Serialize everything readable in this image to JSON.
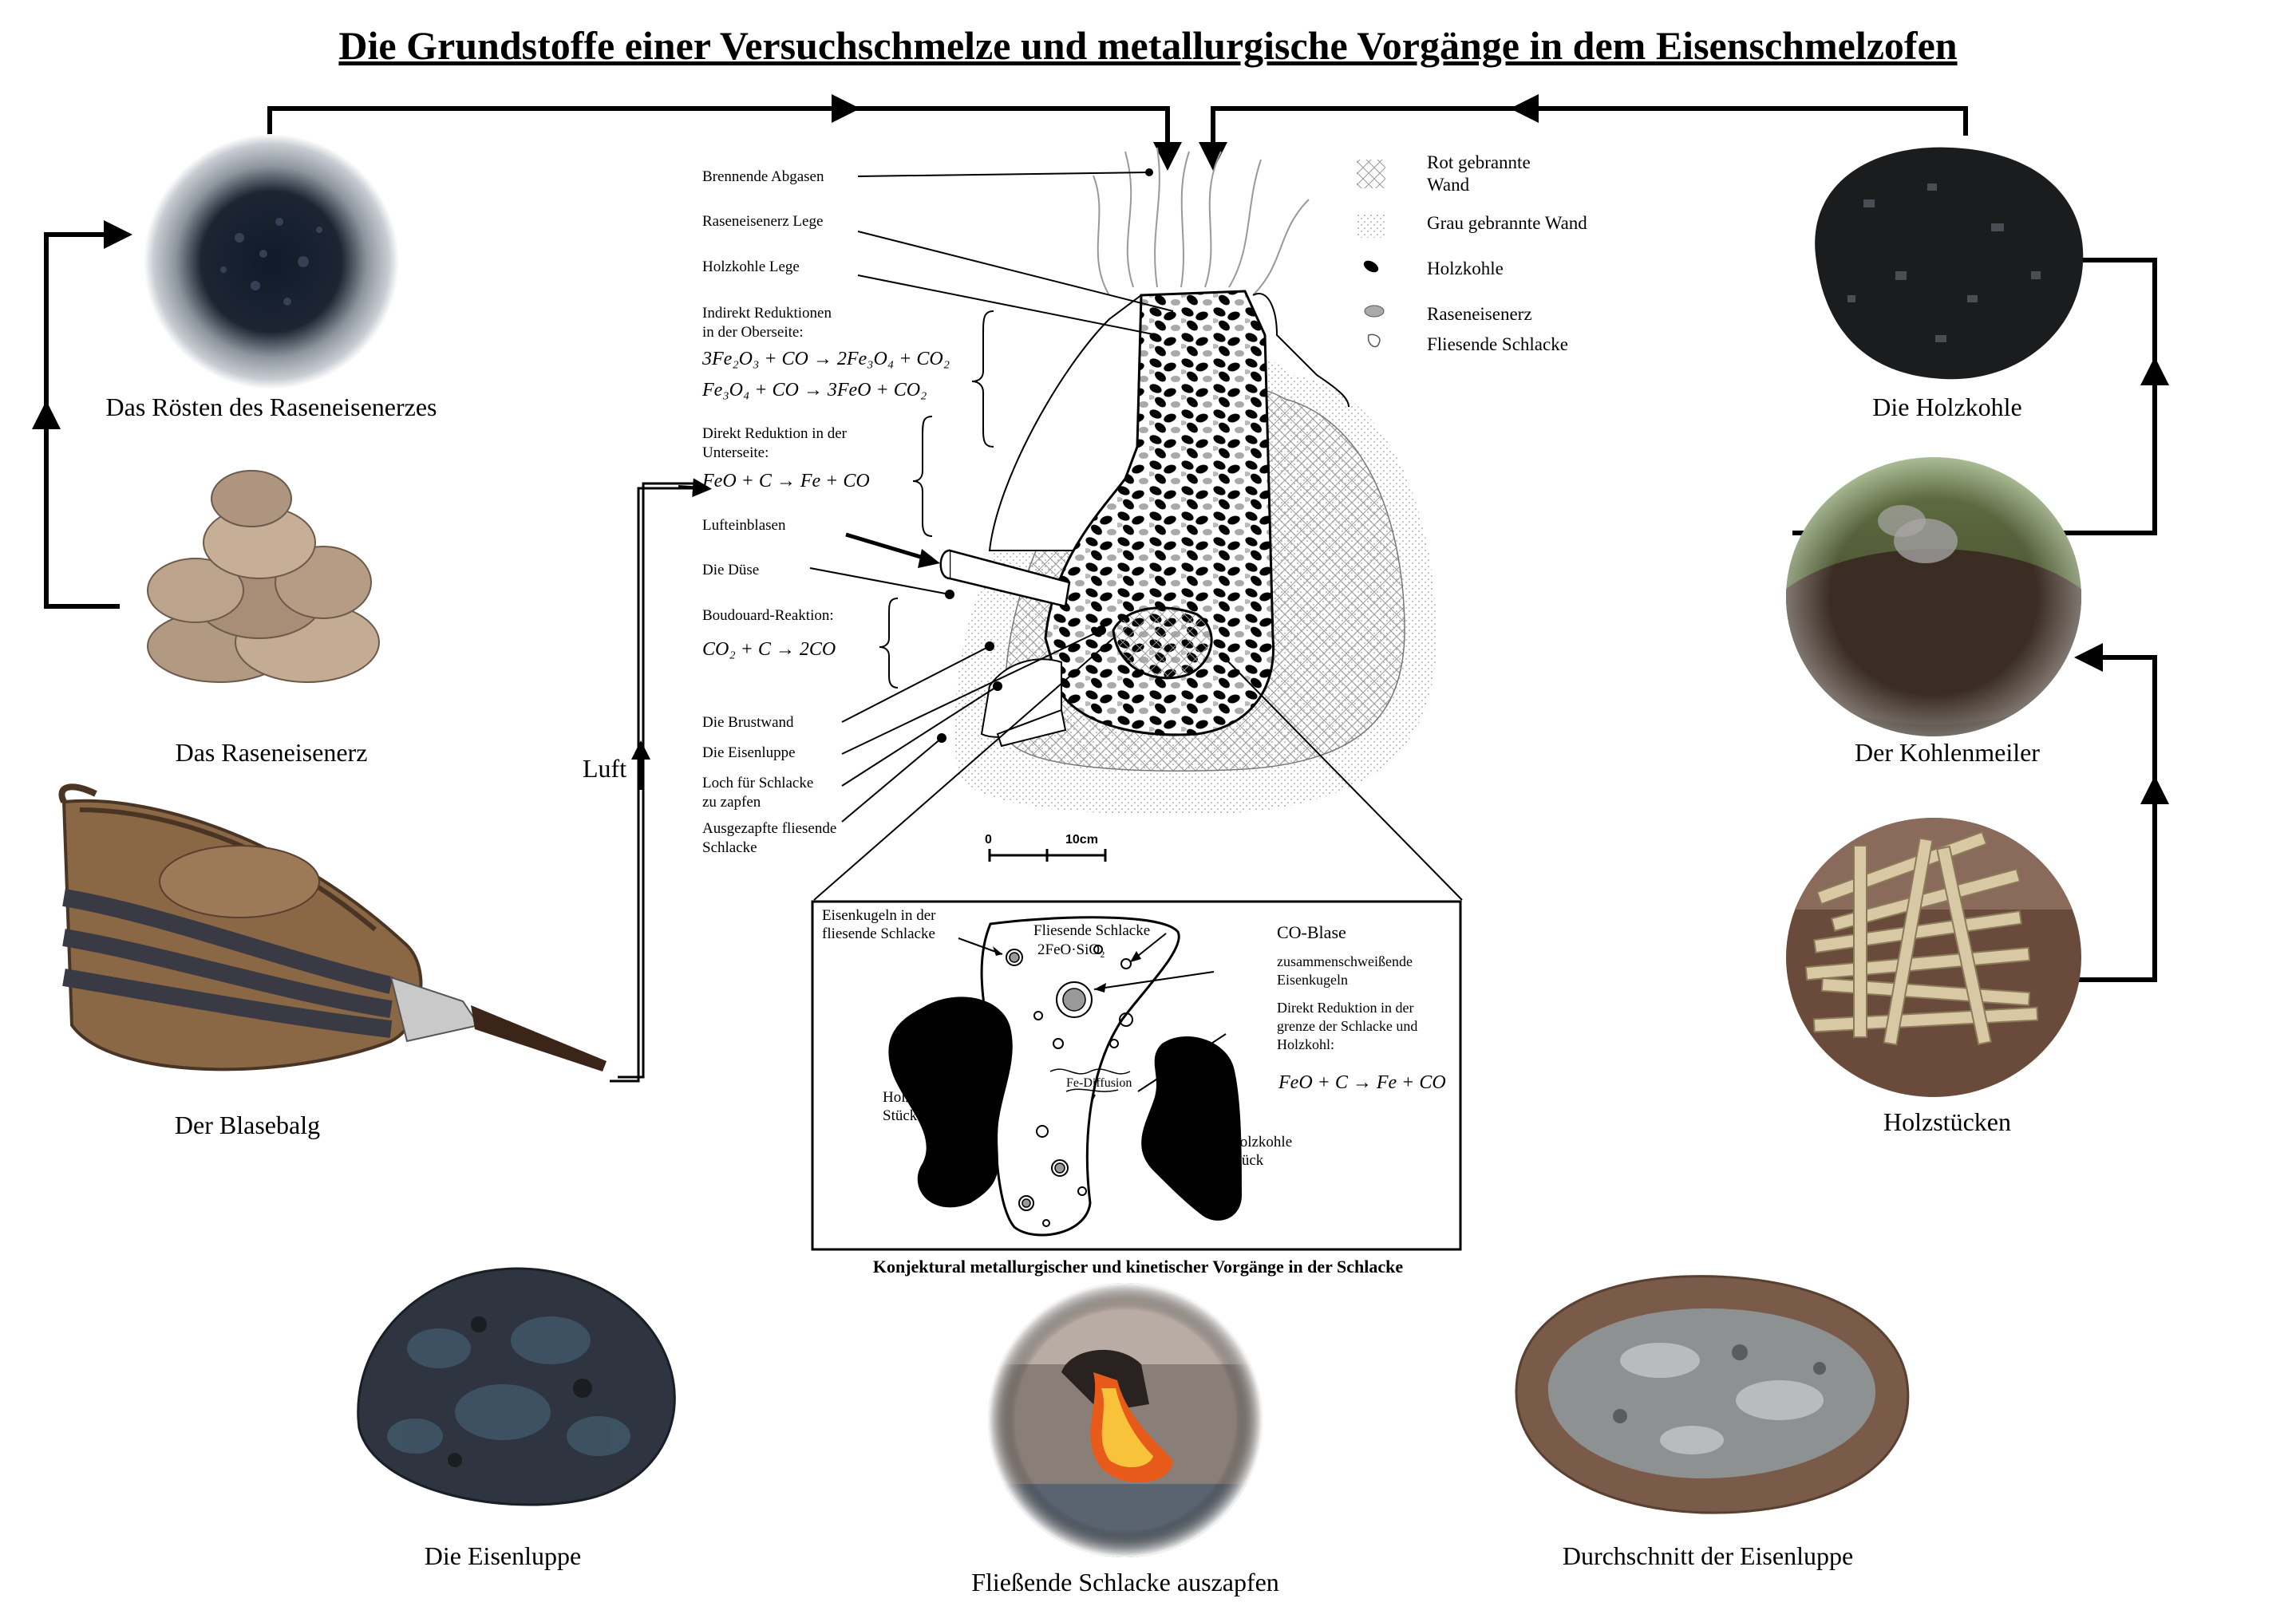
{
  "title": "Die Grundstoffe einer Versuchschmelze und metallurgische Vorgänge in dem Eisenschmelzofen",
  "photos": {
    "roesten": "Das Rösten des Raseneisenerzes",
    "raseneisenerz": "Das Raseneisenerz",
    "blasebalg": "Der Blasebalg",
    "holzkohle": "Die Holzkohle",
    "kohlenmeiler": "Der Kohlenmeiler",
    "holzstuecken": "Holzstücken",
    "eisenluppe": "Die Eisenluppe",
    "schlacke_auszapfen": "Fließende Schlacke auszapfen",
    "durchschnitt": "Durchschnitt der Eisenluppe"
  },
  "luft_label": "Luft",
  "furnace_labels": {
    "brennende_abgasen": "Brennende Abgasen",
    "raseneisenerz_lege": "Raseneisenerz Lege",
    "holzkohle_lege": "Holzkohle Lege",
    "indirekt_1": "Indirekt Reduktionen",
    "indirekt_2": "in der Oberseite:",
    "eq1": "3Fe₂O₃ + CO → 2Fe₃O₄ + CO₂",
    "eq2": "Fe₃O₄ + CO → 3FeO + CO₂",
    "direkt_1": "Direkt Reduktion in der",
    "direkt_2": "Unterseite:",
    "eq3": "FeO + C → Fe + CO",
    "lufteinblasen": "Lufteinblasen",
    "duese": "Die Düse",
    "boudouard": "Boudouard-Reaktion:",
    "eq4": "CO₂ + C → 2CO",
    "brustwand": "Die Brustwand",
    "eisenluppe": "Die Eisenluppe",
    "loch_1": "Loch für Schlacke",
    "loch_2": "zu zapfen",
    "ausgezapfte_1": "Ausgezapfte fliesende",
    "ausgezapfte_2": "Schlacke",
    "scale_0": "0",
    "scale_10": "10cm"
  },
  "legend": {
    "rot_1": "Rot gebrannte",
    "rot_2": "Wand",
    "grau": "Grau gebrannte Wand",
    "holzkohle": "Holzkohle",
    "raseneisenerz": "Raseneisenerz",
    "schlacke": "Fliesende Schlacke"
  },
  "inset": {
    "eisenkugeln_1": "Eisenkugeln in der",
    "eisenkugeln_2": "fliesende Schlacke",
    "fliesende_1": "Fliesende Schlacke",
    "fliesende_2": "2FeO·SiO₂",
    "coblase": "CO-Blase",
    "zusammen_1": "zusammenschweißende",
    "zusammen_2": "Eisenkugeln",
    "direkt_1": "Direkt Reduktion in der",
    "direkt_2": "grenze der Schlacke und",
    "direkt_3": "Holzkohl:",
    "eq": "FeO + C → Fe + CO",
    "fe_diffusion": "Fe-Diffusion",
    "holzkohle_links_1": "Holzkohle",
    "holzkohle_links_2": "Stück",
    "holzkohle_rechts_1": "Holzkohle",
    "holzkohle_rechts_2": "Stück",
    "caption": "Konjektural metallurgischer und kinetischer Vorgänge in der Schlacke"
  }
}
